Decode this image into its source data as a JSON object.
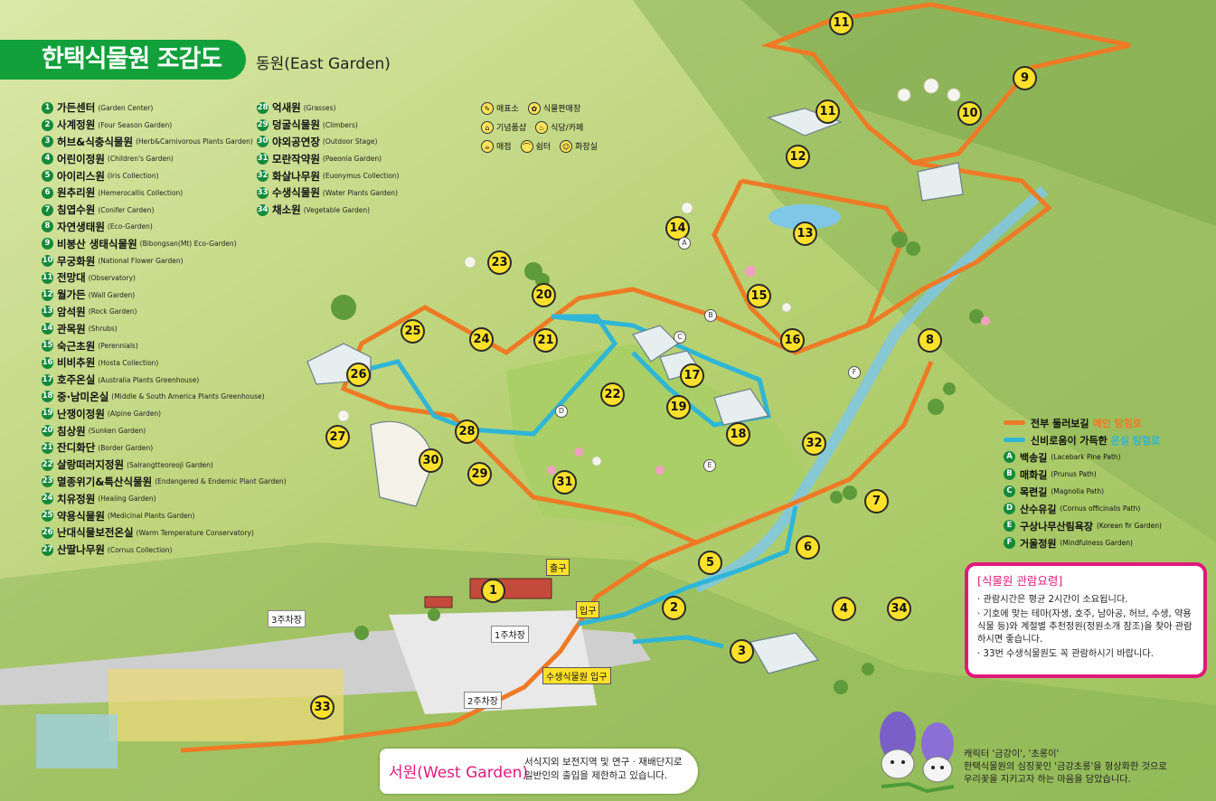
{
  "header": {
    "title": "한택식물원 조감도",
    "subtitle": "동원(East Garden)"
  },
  "legend_col1": [
    {
      "n": "1",
      "ko": "가든센터",
      "en": "(Garden Center)"
    },
    {
      "n": "2",
      "ko": "사계정원",
      "en": "(Four Season Garden)"
    },
    {
      "n": "3",
      "ko": "허브&식충식물원",
      "en": "(Herb&Carnivorous Plants Garden)"
    },
    {
      "n": "4",
      "ko": "어린이정원",
      "en": "(Children's Garden)"
    },
    {
      "n": "5",
      "ko": "아이리스원",
      "en": "(Iris Collection)"
    },
    {
      "n": "6",
      "ko": "원추리원",
      "en": "(Hemerocallis Collection)"
    },
    {
      "n": "7",
      "ko": "침엽수원",
      "en": "(Conifer Carden)"
    },
    {
      "n": "8",
      "ko": "자연생태원",
      "en": "(Eco-Garden)"
    },
    {
      "n": "9",
      "ko": "비봉산 생태식물원",
      "en": "(Bibongsan(Mt) Eco-Garden)"
    },
    {
      "n": "10",
      "ko": "무궁화원",
      "en": "(National Flower Garden)"
    },
    {
      "n": "11",
      "ko": "전망대",
      "en": "(Observatory)"
    },
    {
      "n": "12",
      "ko": "월가든",
      "en": "(Wall Garden)"
    },
    {
      "n": "13",
      "ko": "암석원",
      "en": "(Rock Garden)"
    },
    {
      "n": "14",
      "ko": "관목원",
      "en": "(Shrubs)"
    },
    {
      "n": "15",
      "ko": "숙근초원",
      "en": "(Perennials)"
    },
    {
      "n": "16",
      "ko": "비비추원",
      "en": "(Hosta Collection)"
    },
    {
      "n": "17",
      "ko": "호주온실",
      "en": "(Australia Plants Greenhouse)"
    },
    {
      "n": "18",
      "ko": "중·남미온실",
      "en": "(Middle & South America Plants Greenhouse)"
    },
    {
      "n": "19",
      "ko": "난쟁이정원",
      "en": "(Alpine Garden)"
    },
    {
      "n": "20",
      "ko": "침상원",
      "en": "(Sunken Garden)"
    },
    {
      "n": "21",
      "ko": "잔디화단",
      "en": "(Border Garden)"
    },
    {
      "n": "22",
      "ko": "살랑떠러지정원",
      "en": "(Salrangtteoreoji Garden)"
    },
    {
      "n": "23",
      "ko": "멸종위기&특산식물원",
      "en": "(Endangered & Endemic Plant Garden)"
    },
    {
      "n": "24",
      "ko": "치유정원",
      "en": "(Healing Garden)"
    },
    {
      "n": "25",
      "ko": "약용식물원",
      "en": "(Medicinal Plants Garden)"
    },
    {
      "n": "26",
      "ko": "난대식물보전온실",
      "en": "(Warm Temperature Conservatory)"
    },
    {
      "n": "27",
      "ko": "산딸나무원",
      "en": "(Cornus Collection)"
    }
  ],
  "legend_col2": [
    {
      "n": "28",
      "ko": "억새원",
      "en": "(Grasses)"
    },
    {
      "n": "29",
      "ko": "덩굴식물원",
      "en": "(Climbers)"
    },
    {
      "n": "30",
      "ko": "야외공연장",
      "en": "(Outdoor Stage)"
    },
    {
      "n": "31",
      "ko": "모란작약원",
      "en": "(Paeonia Garden)"
    },
    {
      "n": "32",
      "ko": "화살나무원",
      "en": "(Euonymus Collection)"
    },
    {
      "n": "33",
      "ko": "수생식물원",
      "en": "(Water Plants Garden)"
    },
    {
      "n": "34",
      "ko": "채소원",
      "en": "(Vegetable Garden)"
    }
  ],
  "facilities": [
    [
      {
        "icon": "ticket-icon",
        "label": "매표소"
      },
      {
        "icon": "plant-shop-icon",
        "label": "식물판매장"
      }
    ],
    [
      {
        "icon": "gift-shop-icon",
        "label": "기념품샵"
      },
      {
        "icon": "restaurant-icon",
        "label": "식당/카페"
      }
    ],
    [
      {
        "icon": "snack-icon",
        "label": "매점"
      },
      {
        "icon": "shelter-icon",
        "label": "쉼터"
      },
      {
        "icon": "restroom-icon",
        "label": "화장실"
      }
    ]
  ],
  "routes": [
    {
      "color": "#ee7a26",
      "prefix": "전부 둘러보길 ",
      "highlight": "메인 탐험로"
    },
    {
      "color": "#2fb6d6",
      "prefix": "신비로움이 가득한 ",
      "highlight": "온실 탐험로"
    }
  ],
  "paths": [
    {
      "l": "A",
      "ko": "백송길",
      "en": "(Lacebark Pine Path)"
    },
    {
      "l": "B",
      "ko": "매화길",
      "en": "(Prunus Path)"
    },
    {
      "l": "C",
      "ko": "목련길",
      "en": "(Magnolia Path)"
    },
    {
      "l": "D",
      "ko": "산수유길",
      "en": "(Cornus officinalis Path)"
    },
    {
      "l": "E",
      "ko": "구상나무산림욕장",
      "en": "(Korean fir Garden)"
    },
    {
      "l": "F",
      "ko": "거울정원",
      "en": "(Mindfulness Garden)"
    }
  ],
  "guide": {
    "title": "[식물원 관람요령]",
    "lines": [
      "· 관람시간은 평균 2시간이 소요됩니다.",
      "· 기호에 맞는 테마(자생, 호주, 남아공, 허브, 수생, 약용식물 등)와 계절별 추천정원(정원소개 참조)을 찾아 관람하시면 좋습니다.",
      "· 33번 수생식물원도 꼭 관람하시기 바랍니다."
    ]
  },
  "west": {
    "title": "서원(West Garden)",
    "desc1": "서식지외 보전지역 및 연구 · 재배단지로",
    "desc2": "일반인의 출입을 제한하고 있습니다."
  },
  "character": {
    "line1": "캐릭터 '금강이', '초롱이'",
    "line2": "한택식물원의 심징꽃인 '금강초롱'을 형상화한 것으로",
    "line3": "우리꽃을 지키고자 하는 마음을 담았습니다."
  },
  "map_labels": {
    "exit": "출구",
    "entrance": "입구",
    "aquatic_entrance": "수생식물원 입구",
    "parking1": "1주차장",
    "parking2": "2주차장",
    "parking3": "3주차장"
  },
  "colors": {
    "brand": "#12a03a",
    "main_route": "#ee7a26",
    "greenhouse_route": "#2fb6d6",
    "accent": "#e0197d",
    "marker": "#ffe12b"
  }
}
